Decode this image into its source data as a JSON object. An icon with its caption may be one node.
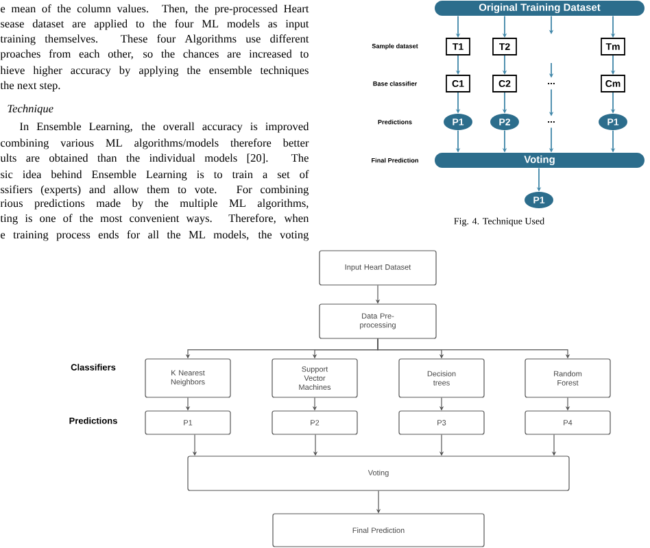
{
  "diagram": {
    "caption": "Fig. 4. Technique Used",
    "nodes": [
      {
        "text": [
          "Original Training Dataset"
        ]
      },
      {
        "text": [
          "T1"
        ]
      },
      {
        "text": [
          "T2"
        ]
      },
      {
        "text": [
          "Tm"
        ]
      },
      {
        "text": [
          "C1"
        ]
      },
      {
        "text": [
          "C2"
        ]
      },
      {
        "text": [
          "..."
        ]
      },
      {
        "text": [
          "Cm"
        ]
      },
      {
        "text": [
          "P1"
        ]
      },
      {
        "text": [
          "P2"
        ]
      },
      {
        "text": [
          "..."
        ]
      },
      {
        "text": [
          "P1"
        ]
      },
      {
        "text": [
          "Voting"
        ]
      },
      {
        "text": [
          "P1"
        ]
      },
      {
        "text": [
          "Input Heart Dataset"
        ]
      },
      {
        "text": [
          "Data Pre-processing"
        ]
      },
      {
        "text": [
          "K Nearest Neighbors"
        ]
      },
      {
        "text": [
          "Support Vector Machines"
        ]
      },
      {
        "text": [
          "Decision trees"
        ]
      },
      {
        "text": [
          "Random Forest"
        ]
      },
      {
        "text": [
          "P1"
        ]
      },
      {
        "text": [
          "P2"
        ]
      },
      {
        "text": [
          "P3"
        ]
      },
      {
        "text": [
          "P4"
        ]
      },
      {
        "text": [
          "Voting"
        ]
      },
      {
        "text": [
          "Final Prediction"
        ]
      }
    ],
    "edges": [
      {
        "from": 0,
        "to": 1,
        "arrow": "to",
        "color": "#3f86a8"
      },
      {
        "from": 0,
        "to": 2,
        "arrow": "to",
        "color": "#3f86a8"
      },
      {
        "from": 0,
        "to": null,
        "arrow": "to",
        "color": "#3f86a8"
      },
      {
        "from": 0,
        "to": 3,
        "arrow": "to",
        "color": "#3f86a8"
      },
      {
        "from": 1,
        "to": 4,
        "arrow": "to",
        "color": "#3f86a8"
      },
      {
        "from": 2,
        "to": 5,
        "arrow": "to",
        "color": "#3f86a8"
      },
      {
        "from": null,
        "to": 6,
        "arrow": "to",
        "color": "#3f86a8"
      },
      {
        "from": 3,
        "to": 7,
        "arrow": "to",
        "color": "#3f86a8"
      },
      {
        "from": 4,
        "to": 8,
        "arrow": "to",
        "color": "#3f86a8"
      },
      {
        "from": 5,
        "to": 9,
        "arrow": "to",
        "color": "#3f86a8"
      },
      {
        "from": 6,
        "to": 10,
        "arrow": "to",
        "color": "#3f86a8"
      },
      {
        "from": 7,
        "to": 11,
        "arrow": "to",
        "color": "#3f86a8"
      },
      {
        "from": 8,
        "to": 12,
        "arrow": "to",
        "color": "#3f86a8"
      },
      {
        "from": 9,
        "to": 12,
        "arrow": "to",
        "color": "#3f86a8"
      },
      {
        "from": 10,
        "to": 12,
        "arrow": "to",
        "color": "#3f86a8"
      },
      {
        "from": 11,
        "to": 12,
        "arrow": "to",
        "color": "#3f86a8"
      },
      {
        "from": 12,
        "to": 13,
        "arrow": "to",
        "color": "#3f86a8"
      },
      {
        "from": 14,
        "to": 15,
        "arrow": "to"
      },
      {
        "from": 15,
        "to": 16,
        "arrow": "to"
      },
      {
        "from": 15,
        "to": 17,
        "arrow": "to"
      },
      {
        "from": 15,
        "to": 18,
        "arrow": "to"
      },
      {
        "from": 15,
        "to": 19,
        "arrow": "to"
      },
      {
        "from": 16,
        "to": 20,
        "arrow": "to"
      },
      {
        "from": 17,
        "to": 21,
        "arrow": "to"
      },
      {
        "from": 18,
        "to": 22,
        "arrow": "to"
      },
      {
        "from": 19,
        "to": 23,
        "arrow": "to"
      },
      {
        "from": 20,
        "to": 24,
        "arrow": "to"
      },
      {
        "from": 21,
        "to": 24,
        "arrow": "to"
      },
      {
        "from": 22,
        "to": 24,
        "arrow": "to"
      },
      {
        "from": 23,
        "to": 24,
        "arrow": "to"
      },
      {
        "from": 24,
        "to": 25,
        "arrow": "to"
      }
    ],
    "labels": [
      "e mean of the column values. Then, the pre-processed Heart",
      "sease dataset are applied to the four ML models as input",
      "training themselves. These four Algorithms use different",
      "proaches from each other, so the chances are increased to",
      "hieve higher accuracy by applying the ensemble techniques",
      "the next step.",
      "Technique",
      "In Ensemble Learning, the overall accuracy is improved",
      "combining various ML algorithms/models therefore better",
      "ults are obtained than the individual models [20]. The",
      "sic idea behind Ensemble Learning is to train a set of",
      "ssifiers (experts) and allow them to vote.  For combining",
      "rious predictions made by the multiple ML algorithms,",
      "ting is one of the most convenient ways. Therefore, when",
      "e training process ends for all the ML models, the voting",
      "Sample dataset",
      "Base classifier",
      "Predictions",
      "Final Prediction",
      "Classifiers",
      "Predictions"
    ]
  }
}
